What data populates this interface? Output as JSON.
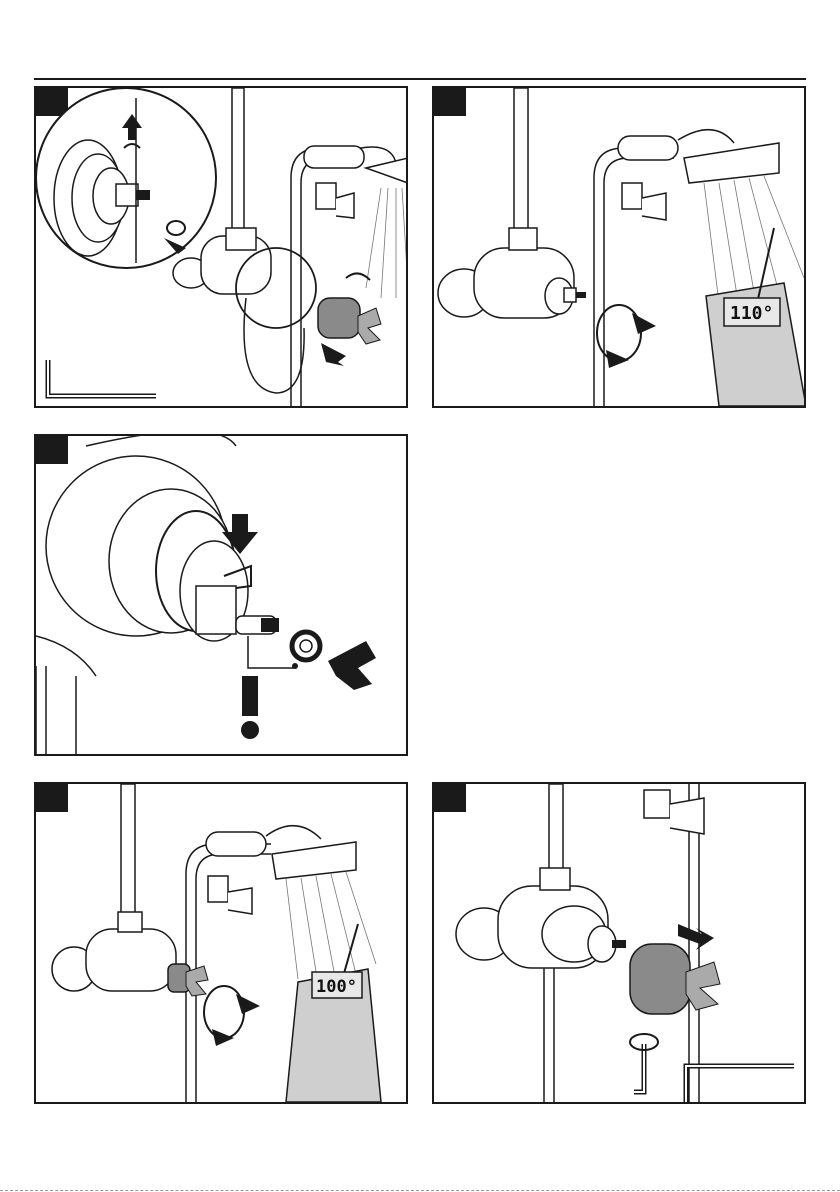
{
  "panels": [
    {
      "id": "remove-handle"
    },
    {
      "id": "set-temperature"
    },
    {
      "id": "cartridge-clip-detail"
    },
    {
      "id": "verify-temperature"
    },
    {
      "id": "install-handle"
    }
  ],
  "thermometer_readings": {
    "panel_2": "110°",
    "panel_4": "100°"
  },
  "icons": [
    "allen-key-icon",
    "warning-exclamation-icon",
    "rotation-arrow-icon",
    "push-arrow-icon"
  ]
}
